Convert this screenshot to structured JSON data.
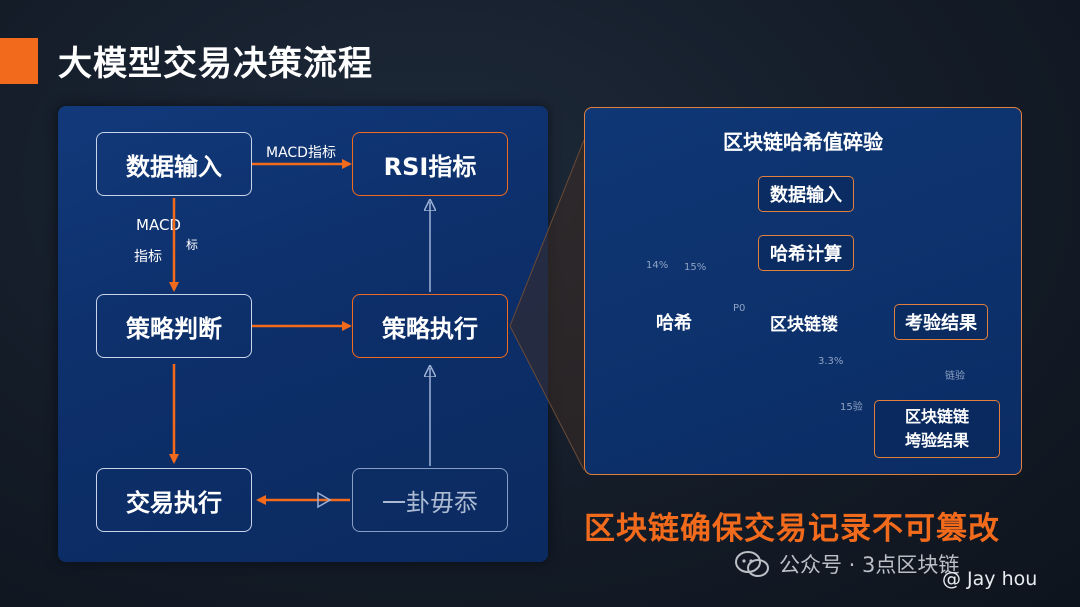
{
  "title": "大模型交易决策流程",
  "left": {
    "box_data_input": "数据输入",
    "box_rsi": "RSI指标",
    "box_strategy_judge": "策略判断",
    "box_strategy_exec": "策略执行",
    "box_trade_exec": "交易执行",
    "box_garbled": "一卦毋忝",
    "edge_macd": "MACD指标",
    "edge_macd_vertical_1": "MACD",
    "edge_macd_vertical_2": "指标",
    "edge_macd_vertical_3": "标"
  },
  "right": {
    "title": "区块链哈希值碎验",
    "box_data_input": "数据输入",
    "box_hash_calc": "哈希计算",
    "diamond_blockchain": "区块链镂",
    "diamond_hash": "哈希",
    "box_verify_result": "考验结果",
    "box_chain_link": "区块链链",
    "box_verify_result_2": "垮验结果",
    "note_14": "14%",
    "note_15": "15%",
    "note_p0": "P0",
    "note_3pct": "3.3%",
    "note_verify": "链验",
    "note_15b": "15验"
  },
  "caption": "区块链确保交易记录不可篡改",
  "watermark": "公众号 · 3点区块链",
  "watermark_sub": "@ Jay hou",
  "colors": {
    "accent": "#f26a1b",
    "panel_blue": "#0d2f6a",
    "faint": "#9fb2d6"
  }
}
